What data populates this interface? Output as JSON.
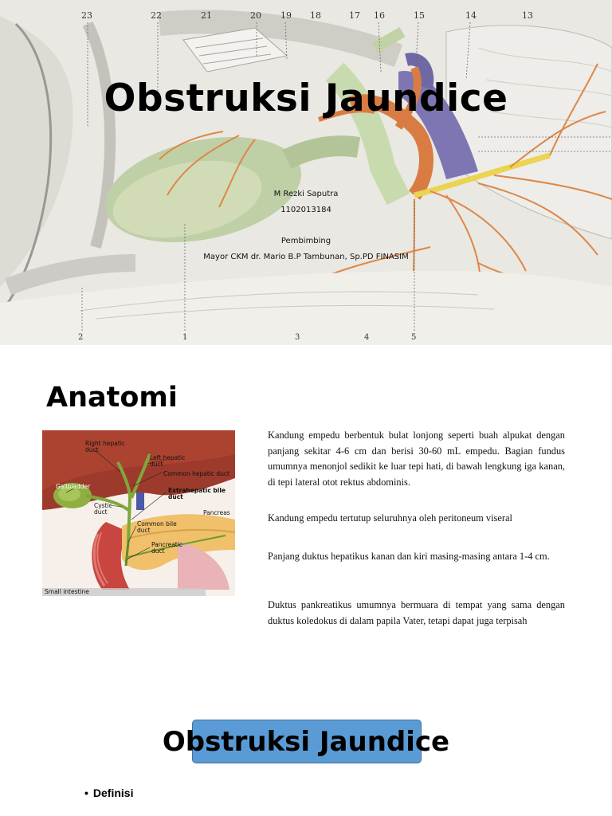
{
  "slide1": {
    "title": "Obstruksi Jaundice",
    "author": "M Rezki Saputra",
    "student_id": "1102013184",
    "supervisor_heading": "Pembimbing",
    "supervisor": "Mayor CKM dr. Mario B.P Tambunan, Sp.PD FINASIM",
    "top_numbers": [
      "23",
      "22",
      "21",
      "20",
      "19",
      "18",
      "17",
      "16",
      "15",
      "14",
      "13"
    ],
    "bottom_numbers": [
      "2",
      "1",
      "3",
      "4",
      "5"
    ]
  },
  "slide2": {
    "title": "Anatomi",
    "figure_labels": {
      "right_hepatic_duct": "Right hepatic\nduct",
      "left_hepatic_duct": "Left hepatic\nduct",
      "common_hepatic_duct": "Common hepatic duct",
      "gallbladder": "Gallbladder",
      "extrahepatic_bile_duct": "Extrahepatic bile\nduct",
      "cystic_duct": "Cystic\nduct",
      "pancreas": "Pancreas",
      "common_bile_duct": "Common bile\nduct",
      "pancreatic_duct": "Pancreatic\nduct",
      "small_intestine": "Small intestine"
    },
    "paragraphs": [
      "Kandung empedu berbentuk bulat lonjong seperti buah alpukat dengan panjang sekitar 4-6 cm dan berisi 30-60 mL empedu. Bagian fundus umumnya menonjol sedikit ke luar tepi hati, di bawah lengkung iga kanan, di tepi lateral otot rektus abdominis.",
      "Kandung empedu tertutup seluruhnya oleh peritoneum viseral",
      "Panjang duktus hepatikus kanan dan kiri masing-masing antara 1-4 cm.",
      "Duktus pankreatikus umumnya bermuara di tempat yang sama dengan duktus koledokus di dalam papila Vater, tetapi dapat juga terpisah"
    ]
  },
  "slide3": {
    "title": "Obstruksi Jaundice",
    "bullet_symbol": "•",
    "bullet": "Definisi"
  }
}
